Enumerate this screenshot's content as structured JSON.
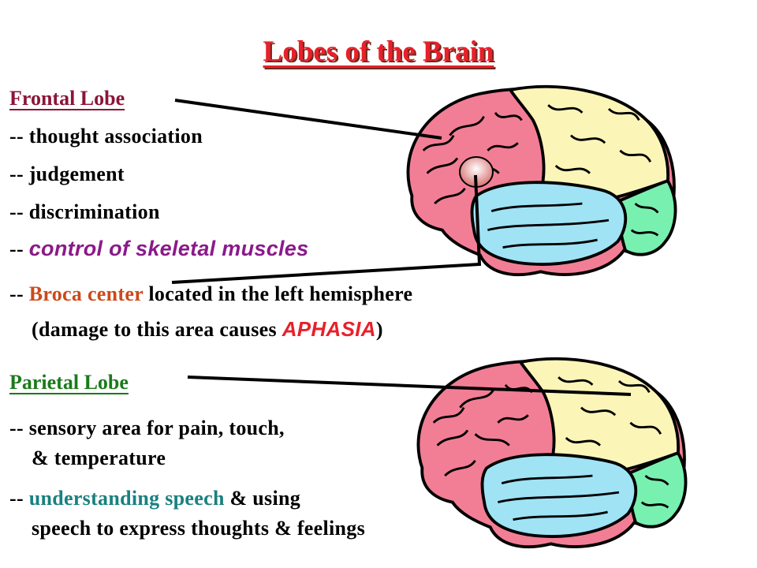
{
  "title": "Lobes of the Brain",
  "colors": {
    "title": "#e8202a",
    "frontal_heading": "#8b1538",
    "parietal_heading": "#1a7a1a",
    "purple_accent": "#8a1a8a",
    "broca_accent": "#cc4a1a",
    "aphasia_accent": "#e8202a",
    "speech_accent": "#1a8080",
    "brain_pink": "#f27e95",
    "brain_yellow": "#fcf5b8",
    "brain_blue": "#9fe3f5",
    "brain_green": "#78f0b0"
  },
  "frontal": {
    "heading": "Frontal Lobe",
    "items": {
      "thought": "-- thought association",
      "judgement": "-- judgement",
      "discrimination": "-- discrimination",
      "control_prefix": "-- ",
      "control_text": "control of skeletal muscles",
      "broca_prefix": "-- ",
      "broca_term": "Broca center",
      "broca_rest": " located in the left hemisphere",
      "damage_prefix": "(damage to this area causes ",
      "damage_term": "APHASIA",
      "damage_suffix": ")"
    }
  },
  "parietal": {
    "heading": "Parietal Lobe",
    "items": {
      "sensory_line1": "-- sensory area for pain, touch,",
      "sensory_line2": "& temperature",
      "speech_prefix": "-- ",
      "speech_term": "understanding speech",
      "speech_rest": " & using",
      "speech_line2": "speech to express thoughts & feelings"
    }
  }
}
